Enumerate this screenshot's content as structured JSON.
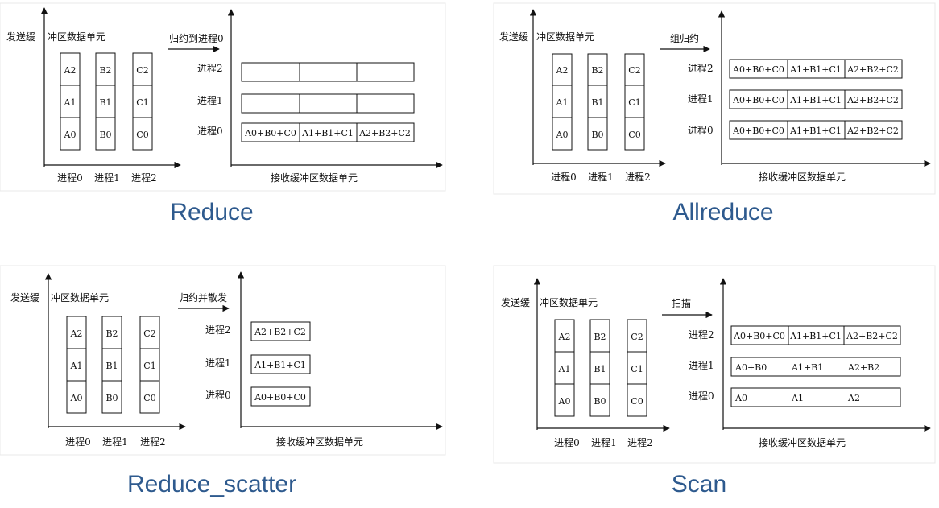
{
  "captions": {
    "reduce": "Reduce",
    "allreduce": "Allreduce",
    "reduce_scatter": "Reduce_scatter",
    "scan": "Scan"
  },
  "labels": {
    "send_buffer_a": "发送缓",
    "send_buffer_b": "冲区数据单元",
    "recv_buffer": "接收缓冲区数据单元",
    "p0": "进程0",
    "p1": "进程1",
    "p2": "进程2"
  },
  "ops": {
    "reduce": "归约到进程0",
    "allreduce": "组归约",
    "reduce_scatter": "归约并散发",
    "scan": "扫描"
  },
  "send_cols": [
    [
      "A0",
      "A1",
      "A2"
    ],
    [
      "B0",
      "B1",
      "B2"
    ],
    [
      "C0",
      "C1",
      "C2"
    ]
  ],
  "results": {
    "reduce": {
      "p0": [
        "A0+B0+C0",
        "A1+B1+C1",
        "A2+B2+C2"
      ],
      "p1": [
        "",
        "",
        ""
      ],
      "p2": [
        "",
        "",
        ""
      ]
    },
    "allreduce": {
      "p0": [
        "A0+B0+C0",
        "A1+B1+C1",
        "A2+B2+C2"
      ],
      "p1": [
        "A0+B0+C0",
        "A1+B1+C1",
        "A2+B2+C2"
      ],
      "p2": [
        "A0+B0+C0",
        "A1+B1+C1",
        "A2+B2+C2"
      ]
    },
    "reduce_scatter": {
      "p0": "A0+B0+C0",
      "p1": "A1+B1+C1",
      "p2": "A2+B2+C2"
    },
    "scan": {
      "p0": [
        "A0",
        "A1",
        "A2"
      ],
      "p1": [
        "A0+B0",
        "A1+B1",
        "A2+B2"
      ],
      "p2": [
        "A0+B0+C0",
        "A1+B1+C1",
        "A2+B2+C2"
      ]
    }
  }
}
